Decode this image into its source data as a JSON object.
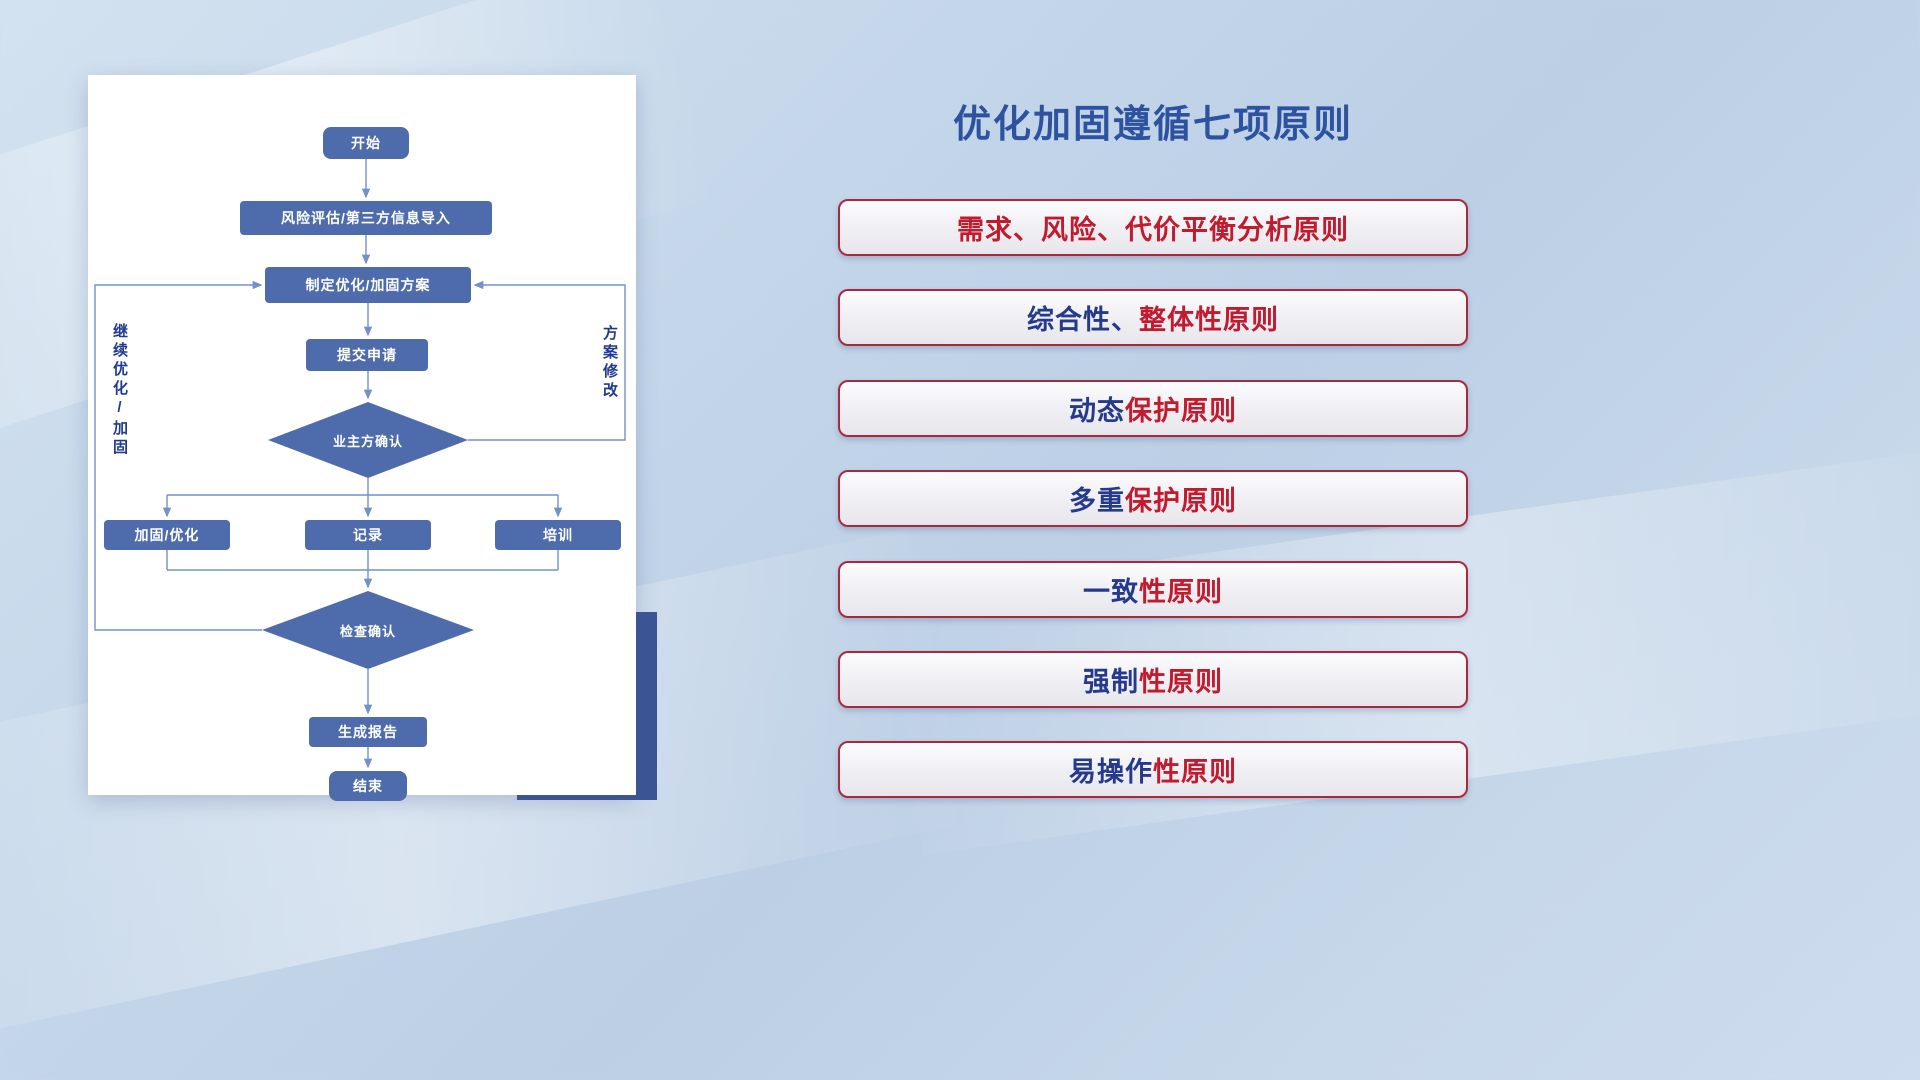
{
  "flowchart": {
    "nodes": {
      "start": {
        "label": "开始"
      },
      "risk": {
        "label": "风险评估/第三方信息导入"
      },
      "plan": {
        "label": "制定优化/加固方案"
      },
      "apply": {
        "label": "提交申请"
      },
      "confirm": {
        "label": "业主方确认"
      },
      "harden": {
        "label": "加固/优化"
      },
      "record": {
        "label": "记录"
      },
      "train": {
        "label": "培训"
      },
      "check": {
        "label": "检查确认"
      },
      "report": {
        "label": "生成报告"
      },
      "end": {
        "label": "结束"
      }
    },
    "edge_labels": {
      "continue": "继续优化/加固",
      "revise": "方案修改"
    }
  },
  "principles": {
    "title": "优化加固遵循七项原则",
    "items": [
      {
        "blue": "",
        "red": "需求、风险、代价平衡分析原则"
      },
      {
        "blue": "综合性、",
        "red": "整体性原则"
      },
      {
        "blue": "动态",
        "red": "保护原则"
      },
      {
        "blue": "多重",
        "red": "保护原则"
      },
      {
        "blue": "一致",
        "red": "性原则"
      },
      {
        "blue": "强制",
        "red": "性原则"
      },
      {
        "blue": "易操作",
        "red": "性原则"
      }
    ]
  },
  "colors": {
    "accent_blue": "#253a8c",
    "accent_red": "#c21a2e",
    "node_fill": "#4e6cab",
    "connector": "#7291c9",
    "card_shadow_block": "#3c5595"
  }
}
